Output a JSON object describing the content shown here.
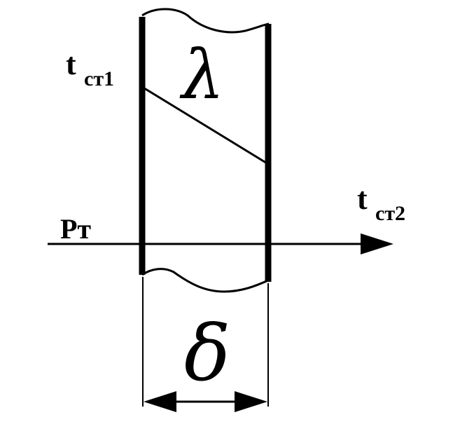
{
  "labels": {
    "t_wall1_main": "t",
    "t_wall1_sub": "ст1",
    "t_wall2_main": "t",
    "t_wall2_sub": "ст2",
    "heat_flux": "Рт"
  },
  "symbols": {
    "conductivity": "λ",
    "thickness": "δ"
  },
  "colors": {
    "ink": "#000000",
    "background": "#ffffff"
  }
}
